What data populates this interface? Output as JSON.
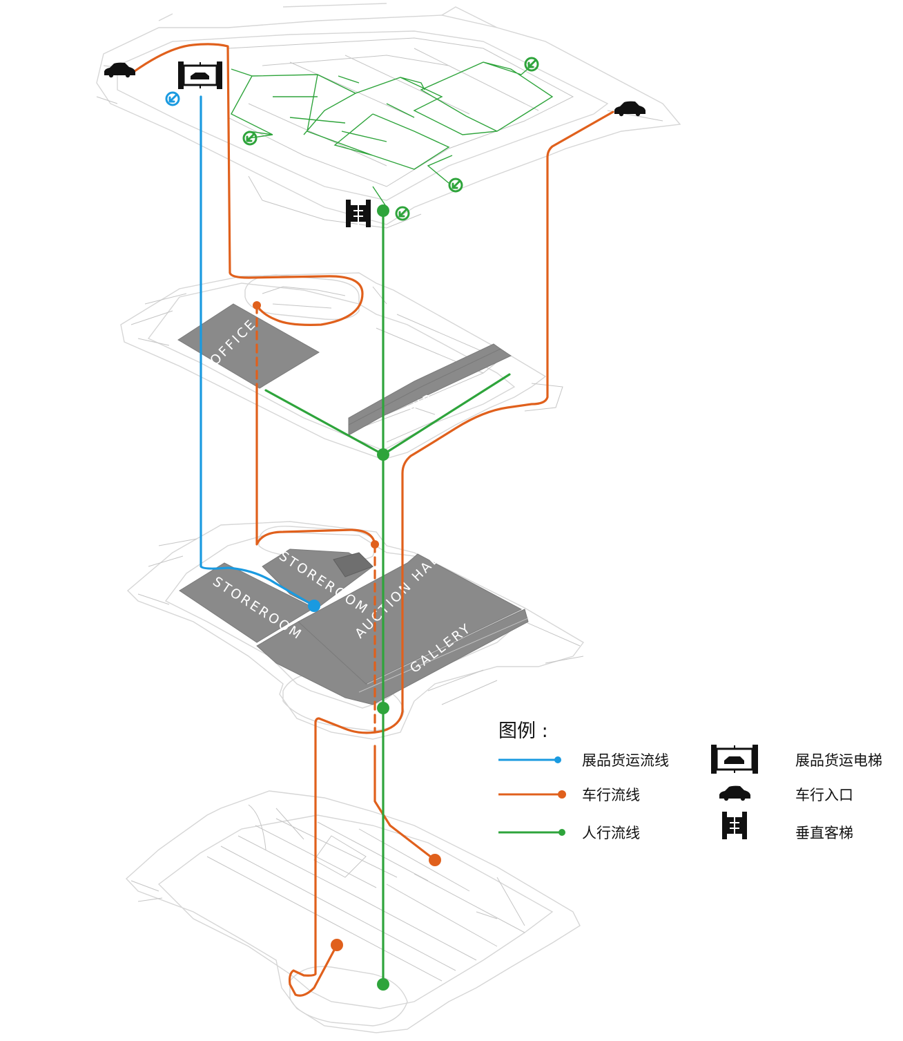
{
  "colors": {
    "cargo": "#1a9ae0",
    "vehicle": "#e0601c",
    "pedestrian": "#2ea43b",
    "zone": "#8a8a8a",
    "plan_line": "#d6d6d6"
  },
  "zones": {
    "office": "OFFICE",
    "vip": "VIP",
    "storeroom_left": "STOREROOM",
    "storeroom_right": "STOREROOM",
    "auction_hall": "AUCTION HALL",
    "gallery": "GALLERY"
  },
  "legend": {
    "title": "图例 :",
    "items": [
      {
        "label": "展品货运流线",
        "color": "#1a9ae0"
      },
      {
        "label": "车行流线",
        "color": "#e0601c"
      },
      {
        "label": "人行流线",
        "color": "#2ea43b"
      }
    ],
    "icons": [
      {
        "label": "展品货运电梯",
        "icon": "cargo-elevator-icon"
      },
      {
        "label": "车行入口",
        "icon": "car-icon"
      },
      {
        "label": "垂直客梯",
        "icon": "passenger-elevator-icon"
      }
    ]
  }
}
